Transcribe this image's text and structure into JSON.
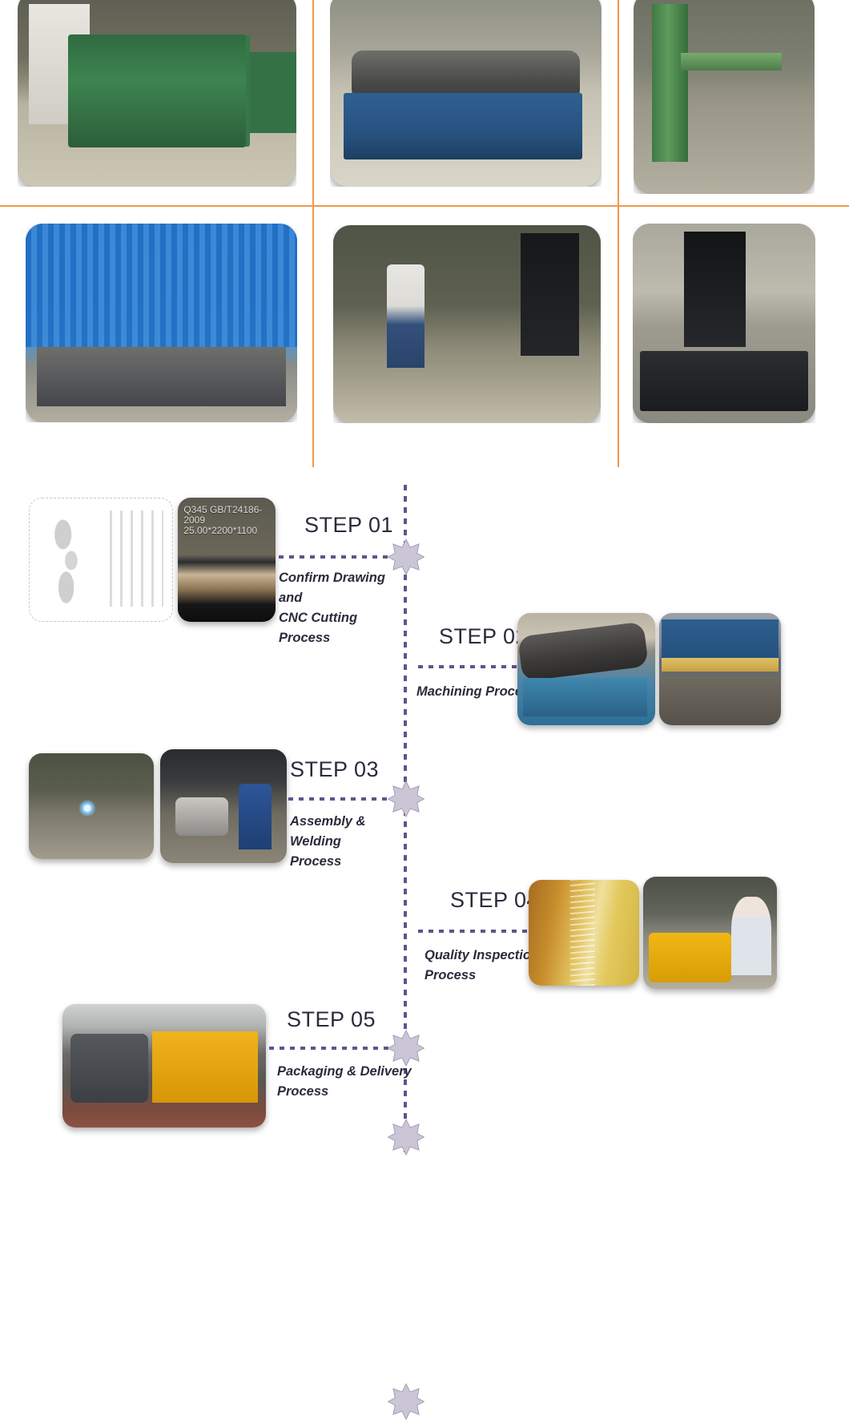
{
  "theme": {
    "grid_line_color": "#ef9a4d",
    "timeline_dot_color": "#63528c",
    "star_fill_color": "#cbc6d6",
    "text_color": "#2b2b3c"
  },
  "photo_grid": {
    "name": "factory-equipment-photo-grid",
    "rows": 2,
    "columns": 3,
    "photos": [
      {
        "id": "photo-plate-rolling-machine",
        "alt": "Green three-roller plate bending machine in workshop"
      },
      {
        "id": "photo-blue-rolling-machine",
        "alt": "Blue heavy plate rolling machine with steel rollers"
      },
      {
        "id": "photo-radial-drilling-machine",
        "alt": "Green radial drilling machine with steel plates"
      },
      {
        "id": "photo-cnc-cutting-table",
        "alt": "CNC flame cutting table in front of blue corrugated wall"
      },
      {
        "id": "photo-lathe-operator",
        "alt": "Worker operating a horizontal lathe in the machine shop"
      },
      {
        "id": "photo-boring-mill",
        "alt": "TPX large horizontal boring mill machine"
      }
    ]
  },
  "timeline": {
    "name": "production-process-timeline",
    "steps": [
      {
        "title": "STEP 01",
        "caption": "Confirm Drawing and\nCNC Cutting Process",
        "side": "left",
        "photos": [
          {
            "id": "step1-technical-drawing",
            "alt": "Technical CAD assembly drawing sheet"
          },
          {
            "id": "step1-steel-plate-marking",
            "alt": "Steel plate stamped Q345 GB/T24186-2009 25.00*2200*1100"
          }
        ],
        "plate_text": "Q345\nGB/T24186-2009\n25.00*2200*1100"
      },
      {
        "title": "STEP 02",
        "caption": "Machining Process",
        "side": "right",
        "photos": [
          {
            "id": "step2-plate-roller",
            "alt": "Blue plate rolling machine bending a steel shell"
          },
          {
            "id": "step2-cnc-cutting",
            "alt": "CNCAM CNC cutting machine cutting steel plate"
          }
        ]
      },
      {
        "title": "STEP 03",
        "caption": "Assembly & Welding\nProcess",
        "side": "left",
        "photos": [
          {
            "id": "step3-welding",
            "alt": "Welder welding a component with bright arc light"
          },
          {
            "id": "step3-assembly",
            "alt": "Worker assembling a part on a TPX boring machine"
          }
        ]
      },
      {
        "title": "STEP 04",
        "caption": "Quality Inspection\nProcess",
        "side": "right",
        "photos": [
          {
            "id": "step4-paint-coating",
            "alt": "Close-up of yellow paint coating thickness layers"
          },
          {
            "id": "step4-inspection",
            "alt": "Engineer inspecting yellow excavator bucket lugs"
          }
        ]
      },
      {
        "title": "STEP 05",
        "caption": "Packaging & Delivery\nProcess",
        "side": "left",
        "photos": [
          {
            "id": "step5-packaging-delivery",
            "alt": "Packed yellow buckets and wrapped goods loaded on truck"
          }
        ]
      }
    ]
  }
}
